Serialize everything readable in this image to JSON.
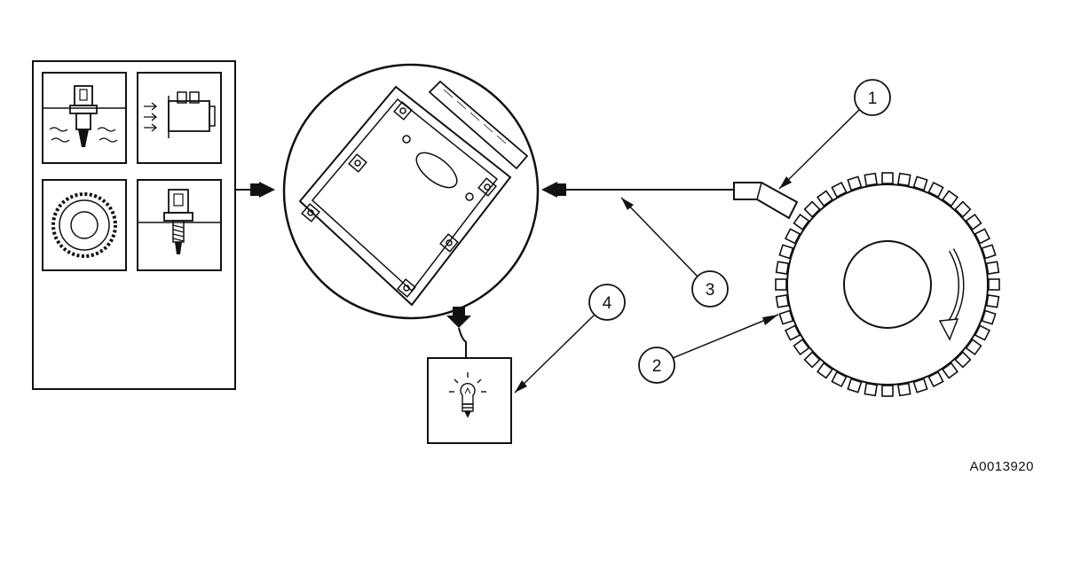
{
  "diagram": {
    "reference_code": "A0013920",
    "callouts": [
      {
        "number": "1"
      },
      {
        "number": "2"
      },
      {
        "number": "3"
      },
      {
        "number": "4"
      }
    ],
    "colors": {
      "line": "#111111",
      "background": "#ffffff"
    }
  }
}
